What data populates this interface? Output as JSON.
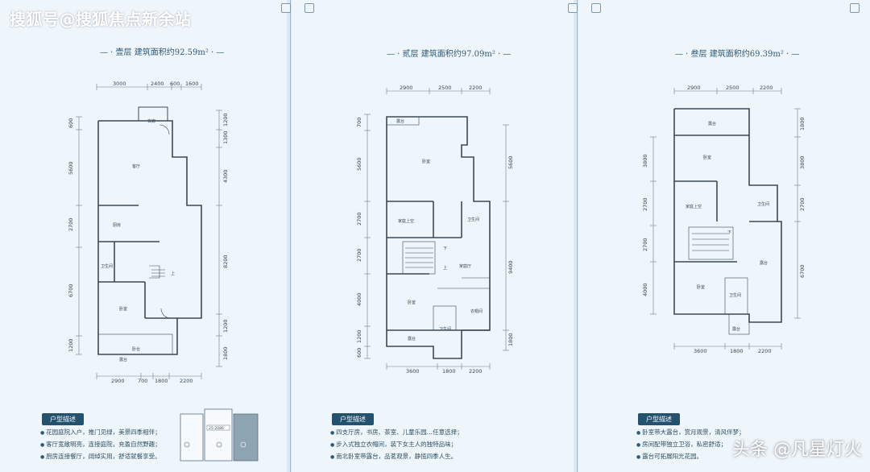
{
  "watermark": {
    "top_left": "搜狐号@搜狐焦点新余站",
    "bottom_right": "头条 @凡星灯火"
  },
  "floors": [
    {
      "title": "壹层  建筑面积约92.59m²",
      "top_dims": [
        "3000",
        "2400",
        "600",
        "1600"
      ],
      "bottom_dims": [
        "2900",
        "700",
        "1800",
        "2200"
      ],
      "left_dims": [
        "600",
        "5600",
        "2700",
        "6700",
        "1200"
      ],
      "right_dims": [
        "1200",
        "1300",
        "4300",
        "8200",
        "1200",
        "1800"
      ],
      "rooms": [
        "玄廊",
        "客厅",
        "厨房",
        "卫生间",
        "卧室",
        "露台",
        "卧台",
        "上"
      ],
      "desc_tag": "户型描述",
      "desc": [
        "花园庭院入户，推门见绿，美景四季相伴；",
        "客厅宽敞明亮，连接庭院，充盈自然野趣；",
        "厨房连接餐厅，阔绰实用，舒适就餐享受。"
      ],
      "thumb_label": "25-2086"
    },
    {
      "title": "贰层  建筑面积约97.09m²",
      "top_dims": [
        "2900",
        "2500",
        "2200"
      ],
      "bottom_dims": [
        "3600",
        "1800",
        "2200"
      ],
      "left_dims": [
        "700",
        "5600",
        "2700",
        "2700",
        "4000",
        "1200",
        "600"
      ],
      "right_dims": [
        "5600",
        "9400",
        "1800"
      ],
      "rooms": [
        "露台",
        "卧室",
        "卫生间",
        "家庭厅",
        "卧室",
        "衣帽间",
        "卫生间",
        "露台",
        "下",
        "上",
        "家庭上空"
      ],
      "desc_tag": "户型描述",
      "desc": [
        "四支厅房，书房、茶室、儿童乐园…任意选择；",
        "步入式独立衣帽间，装下女主人的独特品味；",
        "南北卧室带露台，品茗观景，静揽四季人生。"
      ]
    },
    {
      "title": "叁层  建筑面积约69.39m²",
      "top_dims": [
        "2900",
        "2500",
        "2200"
      ],
      "bottom_dims": [
        "3600",
        "1800",
        "2200"
      ],
      "left_dims": [
        "3800",
        "2700",
        "2700",
        "4000"
      ],
      "right_dims": [
        "1800",
        "3800",
        "2700",
        "6700"
      ],
      "rooms": [
        "露台",
        "卧室",
        "卫生间",
        "露台",
        "卧室",
        "卫生间",
        "露台",
        "下",
        "家庭上空"
      ],
      "desc_tag": "户型描述",
      "desc": [
        "卧室带大露台，赏月观景，清风伴梦；",
        "房间配带独立卫浴，私密舒适；",
        "露台可拓展阳光花园。"
      ]
    }
  ]
}
